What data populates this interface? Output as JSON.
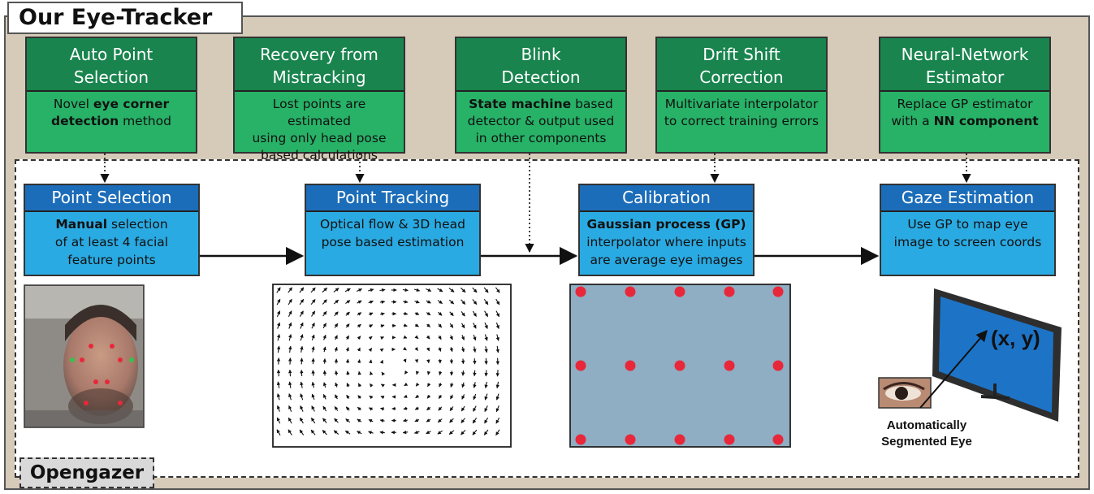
{
  "title": "Our Eye-Tracker",
  "opengazer_label": "Opengazer",
  "green_boxes": [
    {
      "title_l1": "Auto Point",
      "title_l2": "Selection",
      "body": [
        "Novel ",
        "eye corner",
        "detection",
        " method"
      ]
    },
    {
      "title_l1": "Recovery from",
      "title_l2": "Mistracking",
      "body_l1": "Lost points are estimated",
      "body_l2": "using only head pose",
      "body_l3": "based calculations"
    },
    {
      "title_l1": "Blink",
      "title_l2": "Detection",
      "bold": "State machine",
      "after_bold": " based",
      "body_l2": "detector & output used",
      "body_l3": "in other components"
    },
    {
      "title_l1": "Drift Shift",
      "title_l2": "Correction",
      "body_l1": "Multivariate interpolator",
      "body_l2": "to correct training errors"
    },
    {
      "title_l1": "Neural-Network",
      "title_l2": "Estimator",
      "body_l1": "Replace GP estimator",
      "body_l2_pre": "with a ",
      "bold": "NN component"
    }
  ],
  "blue_boxes": [
    {
      "title": "Point Selection",
      "bold": "Manual",
      "after_bold": " selection",
      "body_l2": "of at least 4 facial",
      "body_l3": "feature points"
    },
    {
      "title": "Point Tracking",
      "body_l1": "Optical flow & 3D head",
      "body_l2": "pose based estimation"
    },
    {
      "title": "Calibration",
      "bold": "Gaussian process (GP)",
      "body_l2": "interpolator where inputs",
      "body_l3": "are average eye images"
    },
    {
      "title": "Gaze Estimation",
      "body_l1": "Use GP to map eye",
      "body_l2": "image to screen coords"
    }
  ],
  "gaze_label": "(x, y)",
  "eye_caption_l1": "Automatically",
  "eye_caption_l2": "Segmented Eye",
  "colors": {
    "green_dark": "#19844e",
    "green_light": "#27b267",
    "blue_dark": "#1c6db9",
    "blue_light": "#2aaae2",
    "dot_red": "#e8283a",
    "calib_bg": "#8fadc3",
    "frame_bg": "#d6cbb8"
  }
}
